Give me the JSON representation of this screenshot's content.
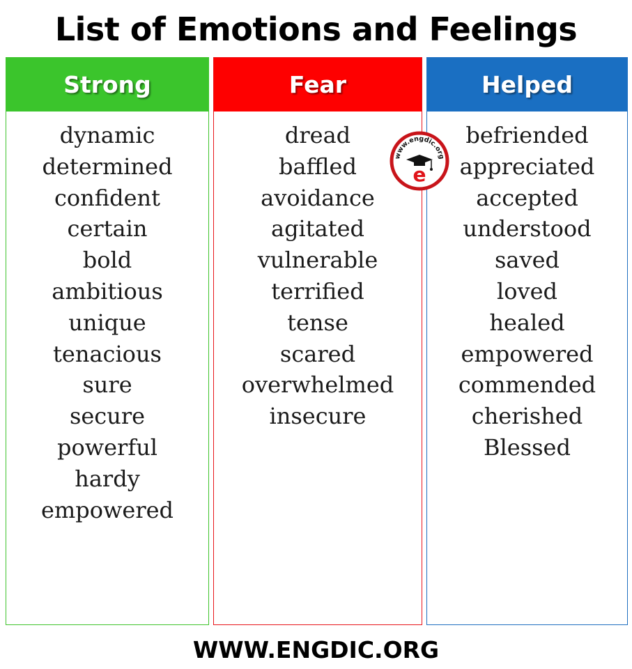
{
  "title": "List of Emotions and Feelings",
  "columns": [
    {
      "header": "Strong",
      "color": "#3bc52c",
      "items": [
        "dynamic",
        "determined",
        "confident",
        "certain",
        "bold",
        "ambitious",
        "unique",
        "tenacious",
        "sure",
        "secure",
        "powerful",
        "hardy",
        "empowered"
      ]
    },
    {
      "header": "Fear",
      "color": "#fe0000",
      "items": [
        "dread",
        "baffled",
        "avoidance",
        "agitated",
        "vulnerable",
        "terrified",
        "tense",
        "scared",
        "overwhelmed",
        "insecure"
      ]
    },
    {
      "header": "Helped",
      "color": "#1a6fc2",
      "items": [
        "befriended",
        "appreciated",
        "accepted",
        "understood",
        "saved",
        "loved",
        "healed",
        "empowered",
        "commended",
        "cherished",
        "Blessed"
      ]
    }
  ],
  "logo": {
    "text": "www.engdic.org",
    "letter": "e",
    "icon": "graduation-cap-icon"
  },
  "footer": "WWW.ENGDIC.ORG"
}
